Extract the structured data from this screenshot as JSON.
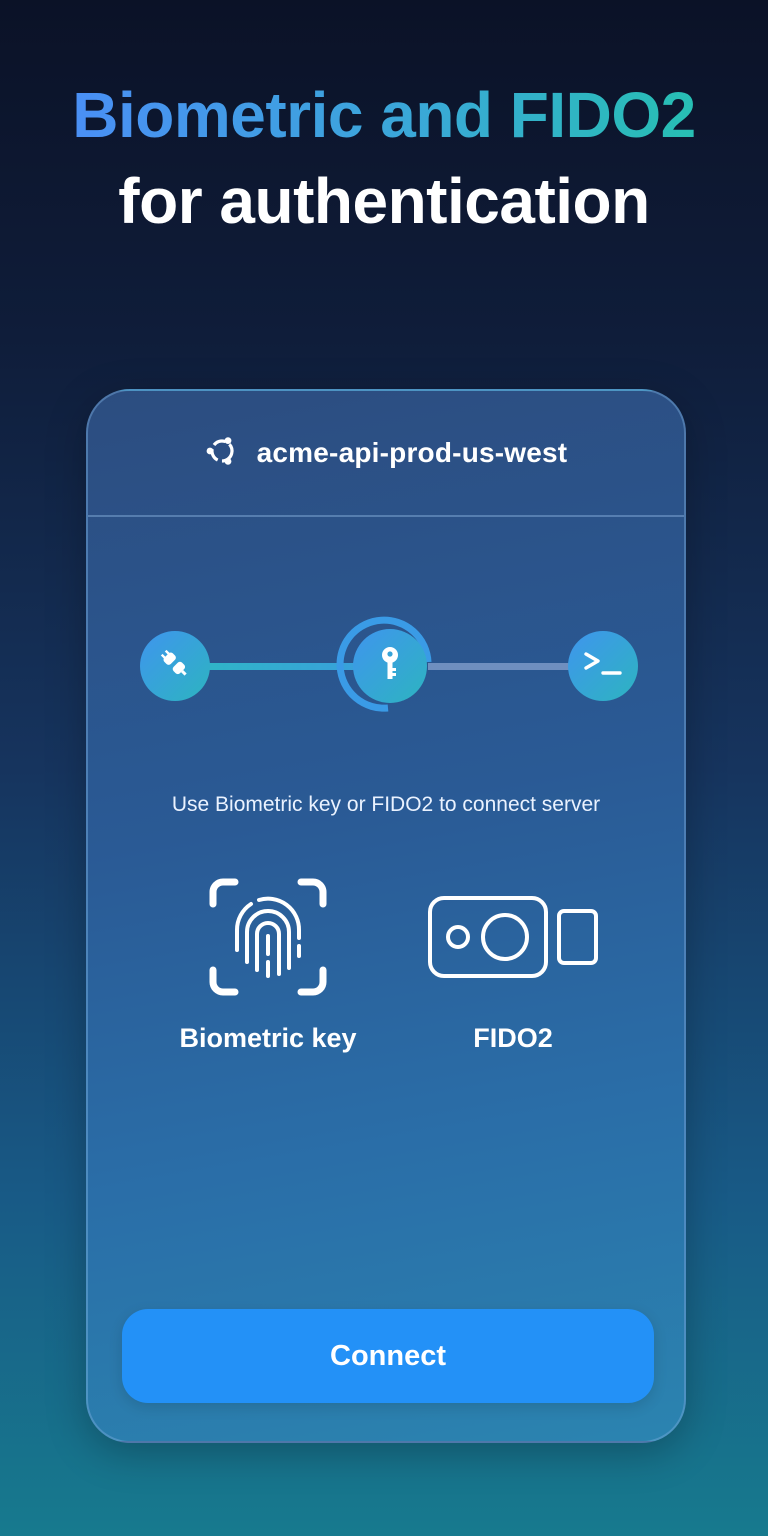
{
  "headline": {
    "line1": "Biometric and FIDO2",
    "line2": "for authentication"
  },
  "card": {
    "server": {
      "icon": "ubuntu-icon",
      "name": "acme-api-prod-us-west"
    },
    "stepper": {
      "steps": [
        {
          "icon": "plug-icon",
          "state": "done"
        },
        {
          "icon": "key-icon",
          "state": "active"
        },
        {
          "icon": "terminal-icon",
          "state": "pending"
        }
      ]
    },
    "instruction": "Use Biometric key or FIDO2 to connect server",
    "methods": [
      {
        "icon": "fingerprint-icon",
        "label": "Biometric key"
      },
      {
        "icon": "security-key-icon",
        "label": "FIDO2"
      }
    ],
    "connect_label": "Connect"
  },
  "colors": {
    "accent": "#2391f7",
    "gradient_start": "#4a8ff5",
    "gradient_end": "#27bfb3",
    "background_top": "#0b1227",
    "background_bottom": "#177a8e"
  }
}
